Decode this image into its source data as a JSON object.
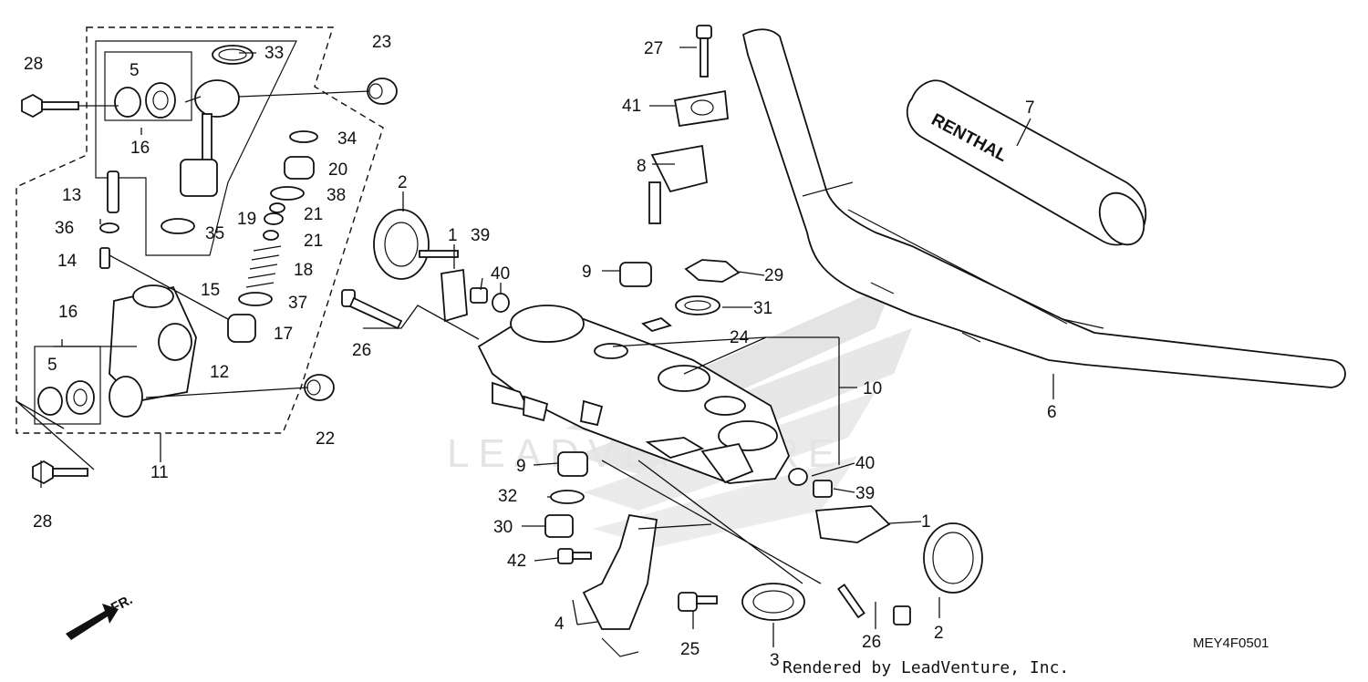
{
  "labels": [
    {
      "id": "28a",
      "text": "28"
    },
    {
      "id": "5a",
      "text": "5"
    },
    {
      "id": "33",
      "text": "33"
    },
    {
      "id": "23",
      "text": "23"
    },
    {
      "id": "16a",
      "text": "16"
    },
    {
      "id": "34",
      "text": "34"
    },
    {
      "id": "20",
      "text": "20"
    },
    {
      "id": "13",
      "text": "13"
    },
    {
      "id": "38",
      "text": "38"
    },
    {
      "id": "36",
      "text": "36"
    },
    {
      "id": "35",
      "text": "35"
    },
    {
      "id": "19",
      "text": "19"
    },
    {
      "id": "21a",
      "text": "21"
    },
    {
      "id": "21b",
      "text": "21"
    },
    {
      "id": "14",
      "text": "14"
    },
    {
      "id": "18",
      "text": "18"
    },
    {
      "id": "15",
      "text": "15"
    },
    {
      "id": "37",
      "text": "37"
    },
    {
      "id": "16b",
      "text": "16"
    },
    {
      "id": "17",
      "text": "17"
    },
    {
      "id": "5b",
      "text": "5"
    },
    {
      "id": "12",
      "text": "12"
    },
    {
      "id": "22",
      "text": "22"
    },
    {
      "id": "11",
      "text": "11"
    },
    {
      "id": "28b",
      "text": "28"
    },
    {
      "id": "2a",
      "text": "2"
    },
    {
      "id": "1a",
      "text": "1"
    },
    {
      "id": "39a",
      "text": "39"
    },
    {
      "id": "40a",
      "text": "40"
    },
    {
      "id": "26a",
      "text": "26"
    },
    {
      "id": "27",
      "text": "27"
    },
    {
      "id": "41",
      "text": "41"
    },
    {
      "id": "8",
      "text": "8"
    },
    {
      "id": "9a",
      "text": "9"
    },
    {
      "id": "29",
      "text": "29"
    },
    {
      "id": "31",
      "text": "31"
    },
    {
      "id": "24",
      "text": "24"
    },
    {
      "id": "10",
      "text": "10"
    },
    {
      "id": "7",
      "text": "7"
    },
    {
      "id": "6",
      "text": "6"
    },
    {
      "id": "9b",
      "text": "9"
    },
    {
      "id": "40b",
      "text": "40"
    },
    {
      "id": "32",
      "text": "32"
    },
    {
      "id": "39b",
      "text": "39"
    },
    {
      "id": "30",
      "text": "30"
    },
    {
      "id": "1b",
      "text": "1"
    },
    {
      "id": "42",
      "text": "42"
    },
    {
      "id": "4",
      "text": "4"
    },
    {
      "id": "25",
      "text": "25"
    },
    {
      "id": "3",
      "text": "3"
    },
    {
      "id": "26b",
      "text": "26"
    },
    {
      "id": "2b",
      "text": "2"
    }
  ],
  "grip_brand": "RENTHAL",
  "front_indicator": "FR.",
  "watermark": "LEADVENTURE",
  "diagram_code": "MEY4F0501",
  "credit": "Rendered by LeadVenture, Inc."
}
